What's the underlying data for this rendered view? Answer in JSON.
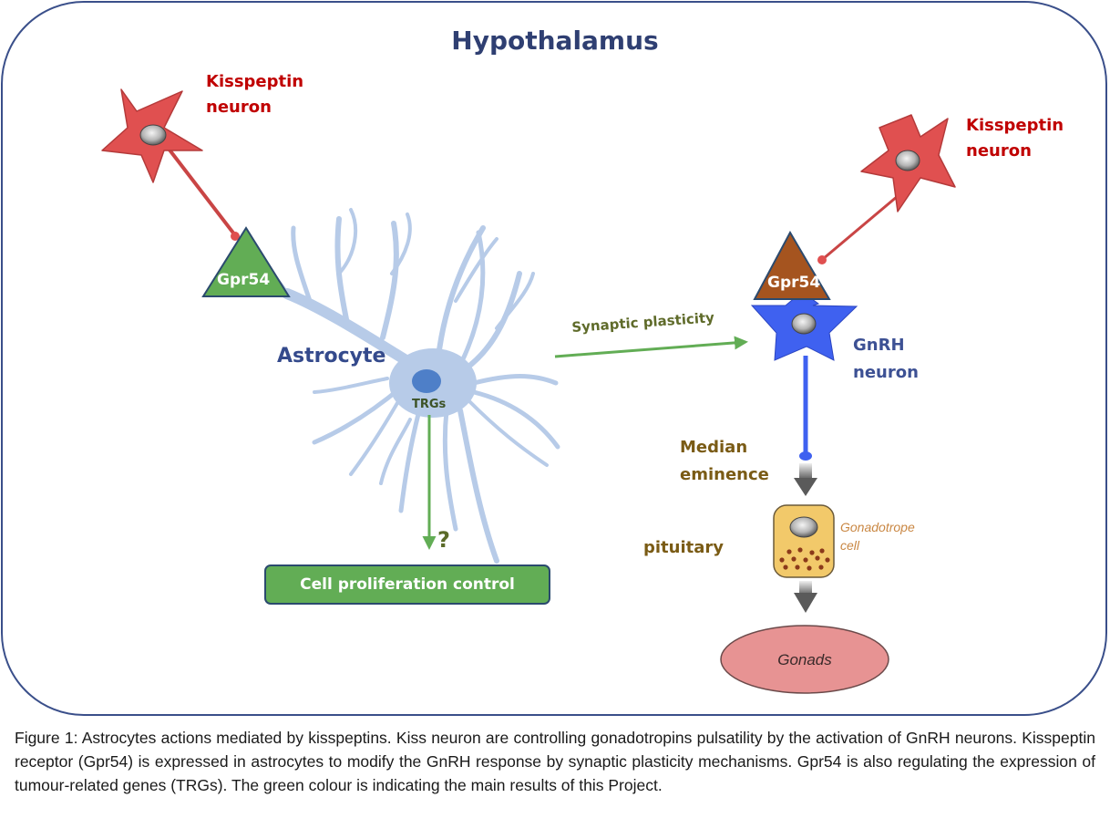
{
  "title": "Hypothalamus",
  "labels": {
    "kisspeptin_left": "Kisspeptin neuron",
    "kisspeptin_right": "Kisspeptin neuron",
    "gpr54_astrocyte": "Gpr54",
    "gpr54_gnrh": "Gpr54",
    "astrocyte": "Astrocyte",
    "trgs": "TRGs",
    "question": "?",
    "cell_proliferation": "Cell proliferation control",
    "synaptic_plasticity": "Synaptic plasticity",
    "gnrh_neuron": "GnRH neuron",
    "median_eminence": "Median eminence",
    "pituitary": "pituitary",
    "gonadotrope_cell": "Gonadotrope cell",
    "gonads": "Gonads"
  },
  "colors": {
    "frame": "#3a4f8a",
    "kisspeptin": "#e05050",
    "kisspeptin_text": "#c00000",
    "gpr54_astrocyte": "#62ad55",
    "gpr54_gnrh": "#a5541f",
    "astrocyte": "#b7cbe8",
    "gnrh": "#3f61f0",
    "green_arrow": "#62ad55",
    "gonadotrope": "#f2c96a",
    "gonads": "#e79393"
  },
  "caption": "Figure 1: Astrocytes actions mediated by kisspeptins. Kiss neuron are controlling gonadotropins pulsatility by the activation of GnRH neurons. Kisspeptin receptor (Gpr54) is expressed in astrocytes to modify the GnRH response by synaptic plasticity mechanisms. Gpr54 is also regulating the expression of tumour-related genes (TRGs). The green colour is indicating the main results of this Project."
}
